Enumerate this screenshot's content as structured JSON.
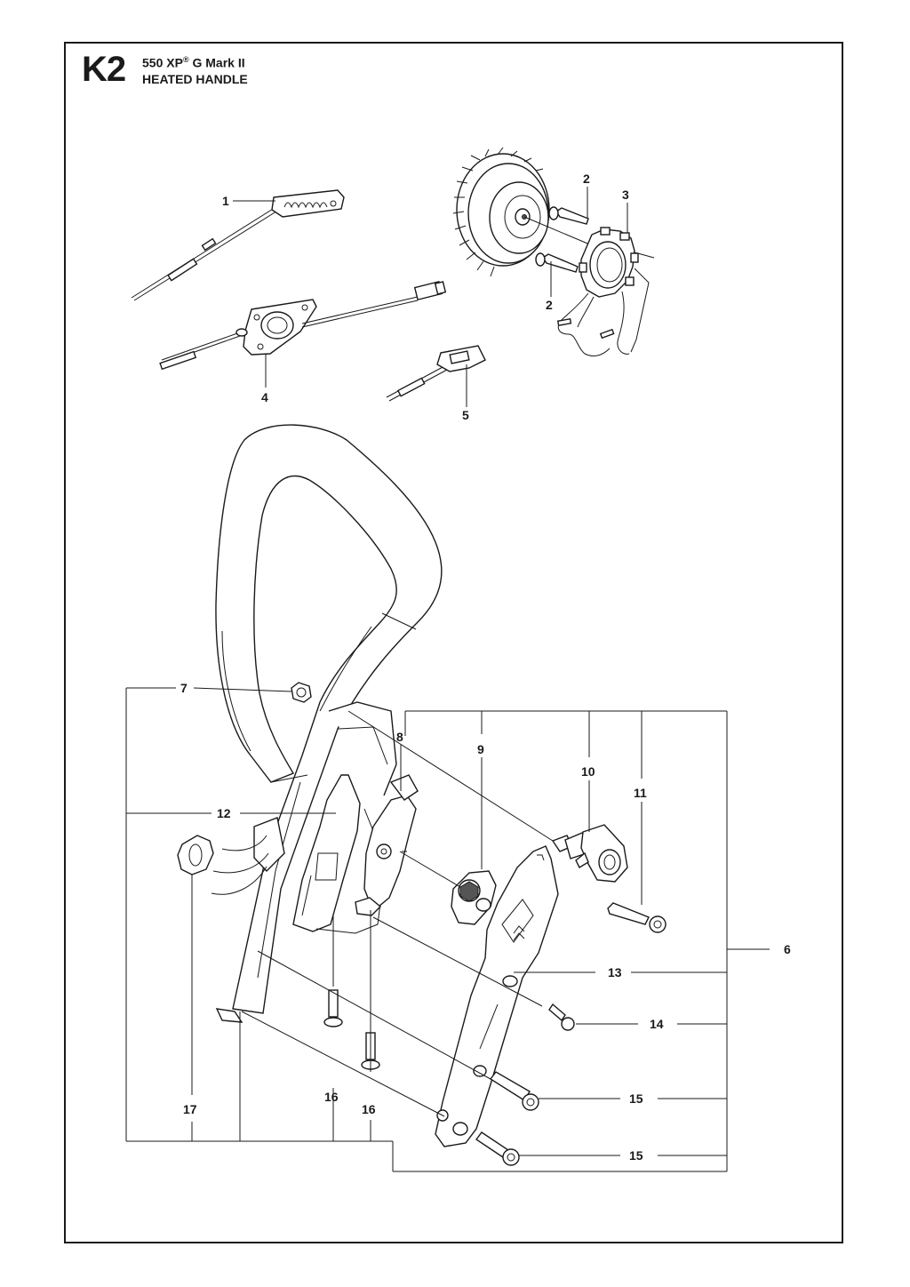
{
  "header": {
    "section_code": "K2",
    "model_name": "550 XP",
    "model_mark": "®",
    "model_suffix": " G Mark II",
    "title": "HEATED HANDLE"
  },
  "callouts": [
    {
      "id": "c1",
      "label": "1"
    },
    {
      "id": "c2a",
      "label": "2"
    },
    {
      "id": "c2b",
      "label": "2"
    },
    {
      "id": "c3",
      "label": "3"
    },
    {
      "id": "c4",
      "label": "4"
    },
    {
      "id": "c5",
      "label": "5"
    },
    {
      "id": "c6",
      "label": "6"
    },
    {
      "id": "c7",
      "label": "7"
    },
    {
      "id": "c8",
      "label": "8"
    },
    {
      "id": "c9",
      "label": "9"
    },
    {
      "id": "c10",
      "label": "10"
    },
    {
      "id": "c11",
      "label": "11"
    },
    {
      "id": "c12",
      "label": "12"
    },
    {
      "id": "c13",
      "label": "13"
    },
    {
      "id": "c14",
      "label": "14"
    },
    {
      "id": "c15a",
      "label": "15"
    },
    {
      "id": "c15b",
      "label": "15"
    },
    {
      "id": "c16a",
      "label": "16"
    },
    {
      "id": "c16b",
      "label": "16"
    },
    {
      "id": "c17",
      "label": "17"
    }
  ],
  "colors": {
    "ink": "#1a1a1a",
    "paper": "#ffffff"
  }
}
